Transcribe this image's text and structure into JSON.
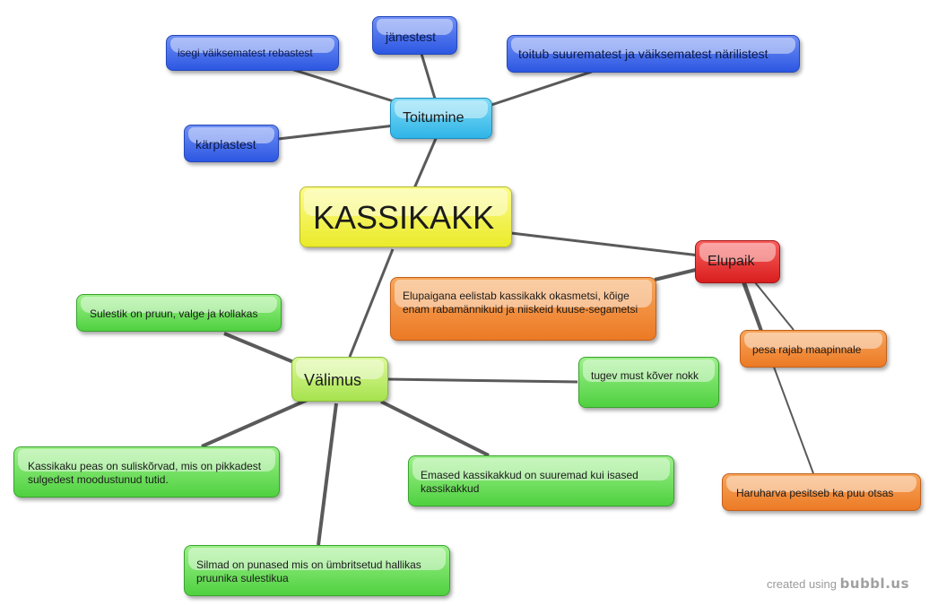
{
  "map": {
    "root": "KASSIKAKK",
    "toitumine": {
      "label": "Toitumine",
      "items": [
        "isegi väiksematest rebastest",
        "jänestest",
        "toitub suurematest ja väiksematest närilistest",
        "kärplastest"
      ]
    },
    "elupaik": {
      "label": "Elupaik",
      "items": [
        "Elupaigana eelistab kassikakk okasmetsi, kõige enam rabamännikuid ja niiskeid kuuse-segametsi",
        "pesa rajab maapinnale",
        "Haruharva pesitseb ka puu otsas"
      ]
    },
    "valimus": {
      "label": "Välimus",
      "items": [
        "Sulestik on pruun, valge ja kollakas",
        "tugev must kõver nokk",
        "Kassikaku peas on suliskõrvad, mis on pikkadest sulgedest moodustunud tutid.",
        "Emased kassikakkud on suuremad kui isased kassikakkud",
        "Silmad on punased mis on ümbritsetud hallikas pruunika sulestikua"
      ]
    }
  },
  "footer": {
    "prefix": "created using",
    "brand": "bubbl.us"
  },
  "colors": {
    "toitumine_items": "#3a63e8",
    "toitumine": "#3ab9ea",
    "root": "#f2f24a",
    "elupaik": "#e22b2b",
    "elupaik_items": "#f08a36",
    "valimus": "#b9e86a",
    "valimus_items": "#66d856",
    "connector": "#5a5a5a"
  }
}
